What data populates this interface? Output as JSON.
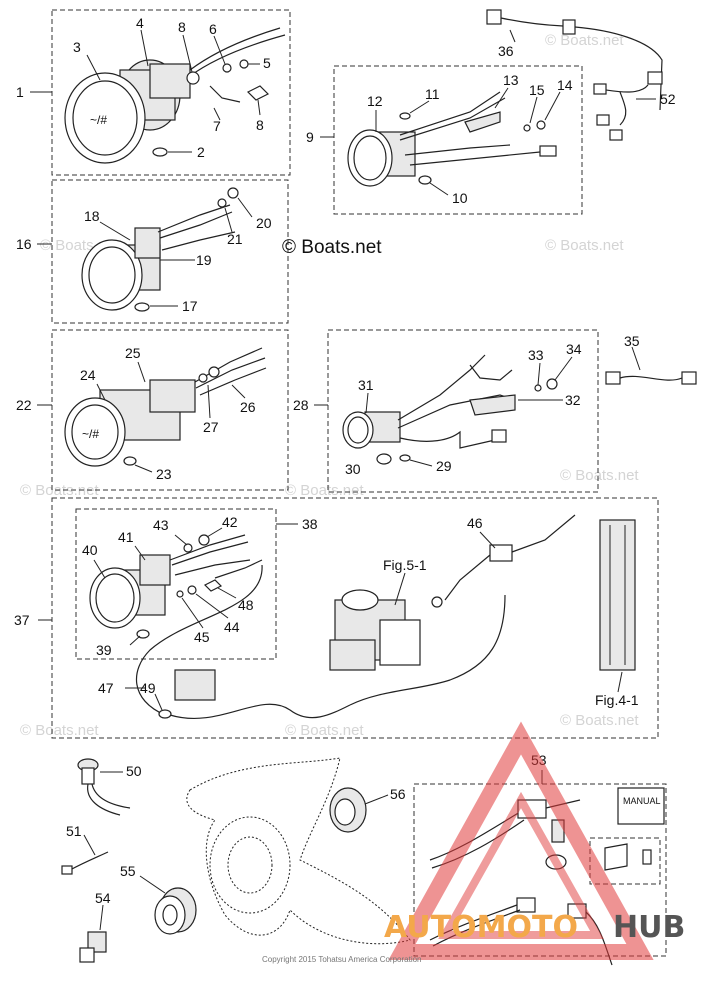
{
  "labels": {
    "p1": "1",
    "p2": "2",
    "p3": "3",
    "p4": "4",
    "p5": "5",
    "p6": "6",
    "p7": "7",
    "p8a": "8",
    "p8b": "8",
    "p9": "9",
    "p10": "10",
    "p11": "11",
    "p12": "12",
    "p13": "13",
    "p14": "14",
    "p15": "15",
    "p16": "16",
    "p17": "17",
    "p18": "18",
    "p19": "19",
    "p20": "20",
    "p21": "21",
    "p22": "22",
    "p23": "23",
    "p24": "24",
    "p25": "25",
    "p26": "26",
    "p27": "27",
    "p28": "28",
    "p29": "29",
    "p30": "30",
    "p31": "31",
    "p32": "32",
    "p33": "33",
    "p34": "34",
    "p35": "35",
    "p36": "36",
    "p37": "37",
    "p38": "38",
    "p39": "39",
    "p40": "40",
    "p41": "41",
    "p42": "42",
    "p43": "43",
    "p44": "44",
    "p45": "45",
    "p46": "46",
    "p47": "47",
    "p48": "48",
    "p49": "49",
    "p50": "50",
    "p51": "51",
    "p52": "52",
    "p53": "53",
    "p54": "54",
    "p55": "55",
    "p56": "56"
  },
  "refs": {
    "fig5": "Fig.5-1",
    "fig4": "Fig.4-1"
  },
  "manual": "MANUAL",
  "watermark": "© Boats.net",
  "watermark_main": "© Boats.net",
  "copyright": "Copyright 2015 Tohatsu America Corporation",
  "brand": {
    "part1": "AUTOMOTO",
    "part2": "HUB",
    "color_accent": "#f3a84a",
    "color_dark": "#555555",
    "triangle_color": "#e03a3a"
  }
}
